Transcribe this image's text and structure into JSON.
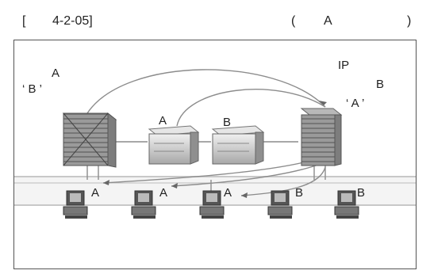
{
  "caption": {
    "ref_open": "[",
    "ref_code": "4-2-05]",
    "paren_open": "(",
    "answer": "A",
    "paren_close": ")"
  },
  "diagram": {
    "labels": {
      "switch_left_A": "A",
      "switch_left_B": "‘ B ’",
      "switch_right_IP": "IP",
      "switch_right_B": "B",
      "switch_right_A": "‘ A ’",
      "server_1": "A",
      "server_2": "B",
      "pc_1": "A",
      "pc_2": "A",
      "pc_3": "A",
      "pc_4": "B",
      "pc_5": "B"
    }
  }
}
